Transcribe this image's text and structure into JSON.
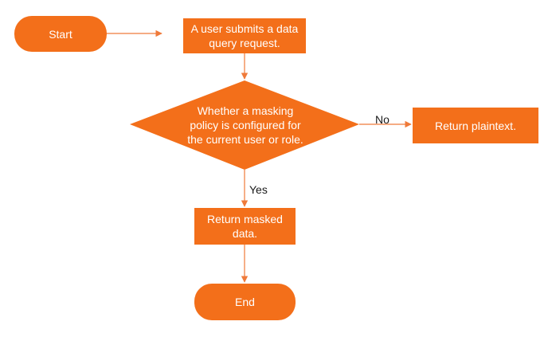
{
  "colors": {
    "accent": "#f36f1a",
    "connector": "#ef7a3a",
    "label_text": "#1a1a1a",
    "node_text": "#ffffff",
    "background": "#ffffff"
  },
  "flowchart": {
    "start": {
      "label": "Start"
    },
    "submit": {
      "label": "A user submits a data query request."
    },
    "decision": {
      "label": "Whether a masking policy is configured for the current user or role."
    },
    "plaintext": {
      "label": "Return plaintext."
    },
    "masked": {
      "label": "Return masked data."
    },
    "end": {
      "label": "End"
    }
  },
  "edges": {
    "no_label": "No",
    "yes_label": "Yes"
  }
}
